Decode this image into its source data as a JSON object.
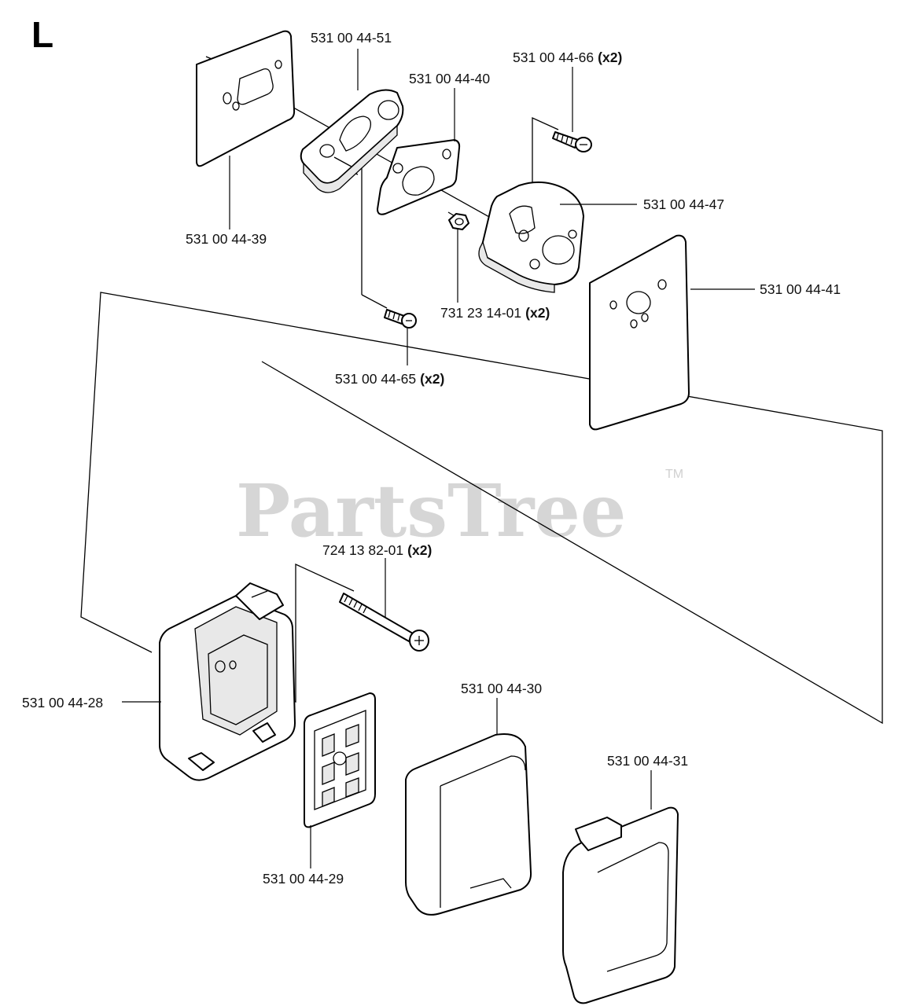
{
  "page_letter": "L",
  "watermark": {
    "brand": "PartsTree",
    "trademark": "TM"
  },
  "parts": [
    {
      "id": "p1",
      "number": "531 00 44-51",
      "qty": ""
    },
    {
      "id": "p2",
      "number": "531 00 44-40",
      "qty": ""
    },
    {
      "id": "p3",
      "number": "531 00 44-66",
      "qty": "(x2)"
    },
    {
      "id": "p4",
      "number": "531 00 44-47",
      "qty": ""
    },
    {
      "id": "p5",
      "number": "531 00 44-39",
      "qty": ""
    },
    {
      "id": "p6",
      "number": "531 00 44-41",
      "qty": ""
    },
    {
      "id": "p7",
      "number": "731 23 14-01",
      "qty": "(x2)"
    },
    {
      "id": "p8",
      "number": "531 00 44-65",
      "qty": "(x2)"
    },
    {
      "id": "p9",
      "number": "724 13 82-01",
      "qty": "(x2)"
    },
    {
      "id": "p10",
      "number": "531 00 44-28",
      "qty": ""
    },
    {
      "id": "p11",
      "number": "531 00 44-30",
      "qty": ""
    },
    {
      "id": "p12",
      "number": "531 00 44-31",
      "qty": ""
    },
    {
      "id": "p13",
      "number": "531 00 44-29",
      "qty": ""
    }
  ]
}
